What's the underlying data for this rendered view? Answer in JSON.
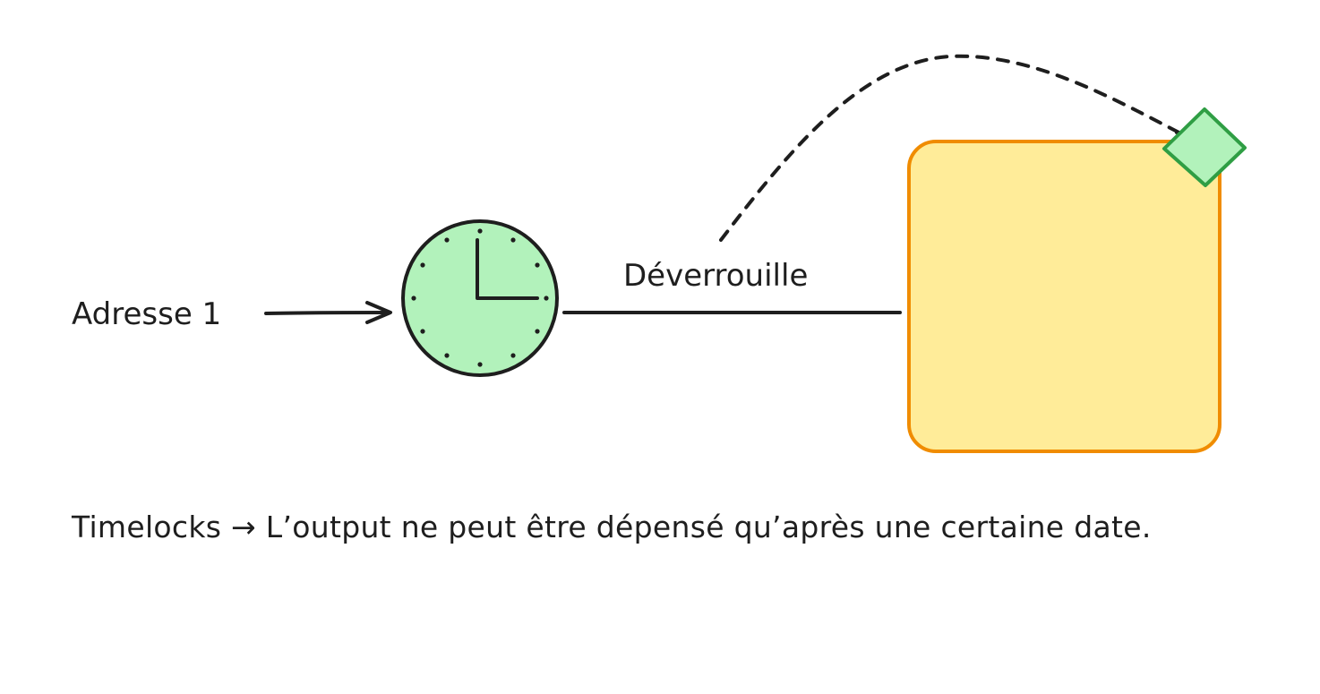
{
  "diagram": {
    "input_label": "Adresse 1",
    "edge_label": "Déverrouille",
    "caption": "Timelocks → L’output ne peut être dépensé qu’après une certaine date."
  },
  "colors": {
    "stroke": "#1e1e1e",
    "clock_fill": "#b2f2bb",
    "box_fill": "#ffec99",
    "box_stroke": "#f08c00",
    "key_fill": "#b2f2bb",
    "key_stroke": "#2f9e44"
  },
  "icons": {
    "clock": "clock-icon",
    "lock_marker": "diamond-marker-icon"
  }
}
